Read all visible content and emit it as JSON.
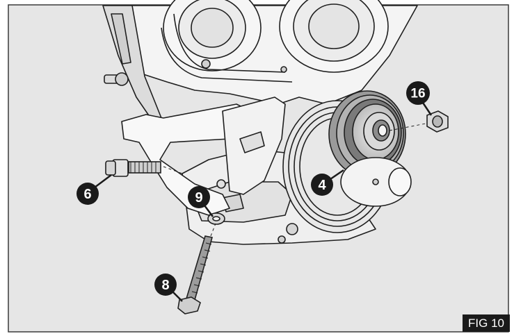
{
  "figure": {
    "label": "FIG 10",
    "background_color": "#e6e6e6",
    "border_color": "#3a3a3a",
    "callout_color": "#1a1a1a"
  },
  "callouts": [
    {
      "id": "16",
      "text": "16"
    },
    {
      "id": "4",
      "text": "4"
    },
    {
      "id": "6",
      "text": "6"
    },
    {
      "id": "9",
      "text": "9"
    },
    {
      "id": "8",
      "text": "8"
    }
  ]
}
